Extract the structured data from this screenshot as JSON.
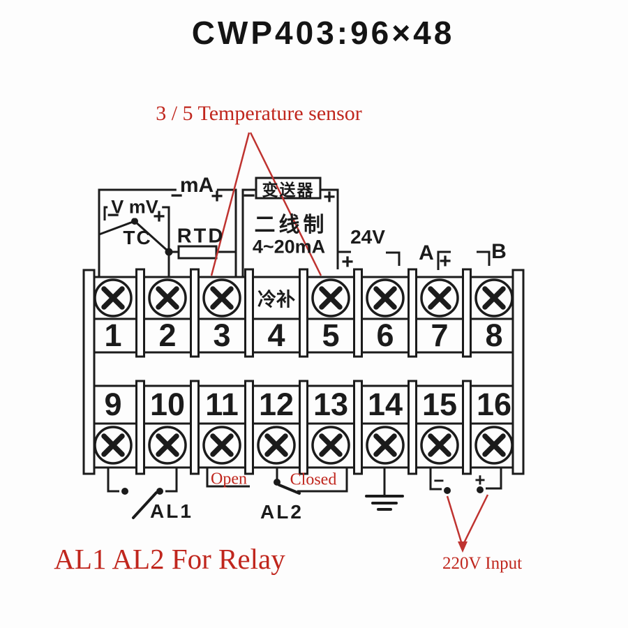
{
  "title": "CWP403:96×48",
  "notes": {
    "sensor": "3 / 5 Temperature sensor",
    "relay": "AL1 AL2 For Relay",
    "power": "220V Input"
  },
  "labels": {
    "ma": "mA",
    "vmv": "V mV",
    "tc": "TC",
    "rtd": "RTD",
    "transmitter": "变送器",
    "two_wire": "二线制",
    "current_range": "4~20mA",
    "supply_24v": "24V",
    "cold_comp": "冷补",
    "rs485_a": "A",
    "rs485_b": "B",
    "al1": "AL1",
    "al2": "AL2",
    "open": "Open",
    "closed": "Closed",
    "plus": "+",
    "minus": "−"
  },
  "terminals": {
    "row1": [
      "1",
      "2",
      "3",
      "4",
      "5",
      "6",
      "7",
      "8"
    ],
    "row2": [
      "9",
      "10",
      "11",
      "12",
      "13",
      "14",
      "15",
      "16"
    ]
  },
  "colors": {
    "line": "#1b1b1b",
    "red_text": "#c0261d",
    "red_line": "#bf3330",
    "background": "#fdfdfd"
  }
}
